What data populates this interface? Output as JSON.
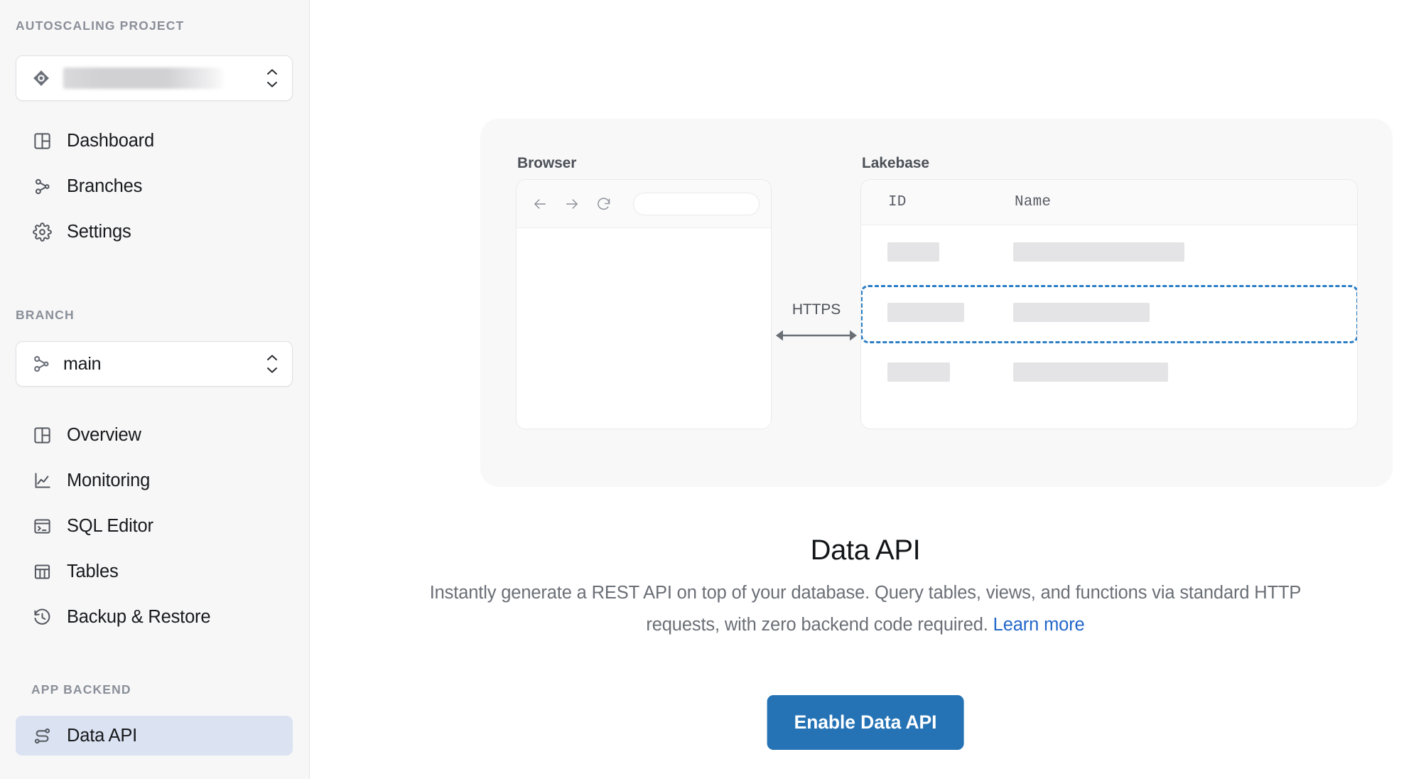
{
  "sidebar": {
    "project_section_label": "AUTOSCALING PROJECT",
    "project_selector": {
      "icon": "project-node-icon",
      "value": "",
      "redacted": true
    },
    "project_nav": [
      {
        "label": "Dashboard",
        "icon": "dashboard-grid-icon"
      },
      {
        "label": "Branches",
        "icon": "branch-icon"
      },
      {
        "label": "Settings",
        "icon": "gear-icon"
      }
    ],
    "branch_section_label": "BRANCH",
    "branch_selector": {
      "icon": "branch-icon",
      "value": "main"
    },
    "branch_nav": [
      {
        "label": "Overview",
        "icon": "dashboard-grid-icon"
      },
      {
        "label": "Monitoring",
        "icon": "line-chart-icon"
      },
      {
        "label": "SQL Editor",
        "icon": "terminal-icon"
      },
      {
        "label": "Tables",
        "icon": "table-icon"
      },
      {
        "label": "Backup & Restore",
        "icon": "clock-restore-icon"
      }
    ],
    "backend_section_label": "APP BACKEND",
    "backend_nav": [
      {
        "label": "Data API",
        "icon": "route-icon",
        "active": true
      }
    ],
    "active_color": "#dbe2f1"
  },
  "illustration": {
    "browser": {
      "title": "Browser",
      "back_icon": "arrow-left-icon",
      "forward_icon": "arrow-right-icon",
      "reload_icon": "reload-icon",
      "url_value": "",
      "url_placeholder": ""
    },
    "connector": {
      "label": "HTTPS",
      "icon": "double-arrow-icon"
    },
    "lakebase": {
      "title": "Lakebase",
      "columns": [
        "ID",
        "Name"
      ],
      "rows": [
        {
          "id_width": 73,
          "name_width": 241,
          "highlighted": false
        },
        {
          "id_width": 108,
          "name_width": 192,
          "highlighted": true
        },
        {
          "id_width": 88,
          "name_width": 218,
          "highlighted": false
        }
      ],
      "highlight_color": "#2b7ec4"
    }
  },
  "content": {
    "heading": "Data API",
    "description_part1": "Instantly generate a REST API on top of your database. Query tables, views, and functions via standard HTTP requests, with zero backend code required.",
    "learn_more_label": "Learn more",
    "primary_button_label": "Enable Data API",
    "primary_button_color": "#2573b5"
  }
}
